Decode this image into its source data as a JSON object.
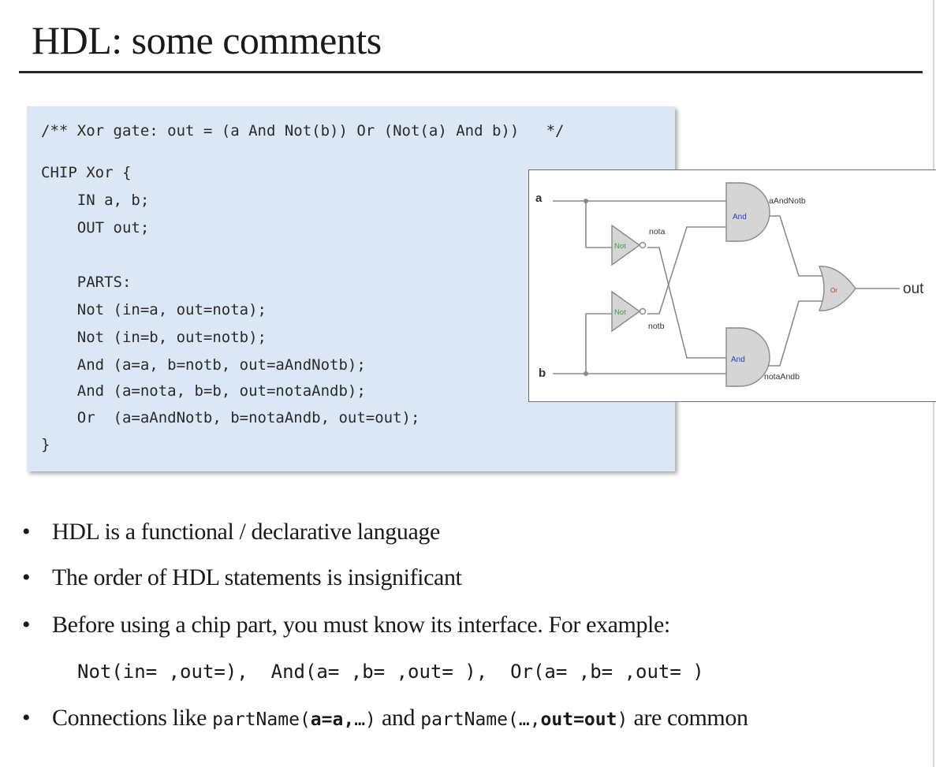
{
  "slide": {
    "title": "HDL: some comments"
  },
  "code": {
    "lines": [
      "/** Xor gate: out = (a And Not(b)) Or (Not(a) And b))   */",
      "CHIP Xor {",
      "    IN a, b;",
      "    OUT out;",
      "    PARTS:",
      "    Not (in=a, out=nota);",
      "    Not (in=b, out=notb);",
      "    And (a=a, b=notb, out=aAndNotb);",
      "    And (a=nota, b=b, out=notaAndb);",
      "    Or  (a=aAndNotb, b=notaAndb, out=out);",
      "}"
    ]
  },
  "diagram": {
    "input_a": "a",
    "input_b": "b",
    "output": "out",
    "gate_not": "Not",
    "gate_and": "And",
    "gate_or": "Or",
    "wire_nota": "nota",
    "wire_notb": "notb",
    "wire_aAndNotb": "aAndNotb",
    "wire_notaAndb": "notaAndb",
    "colors": {
      "not_label": "#3e9d3e",
      "and_label": "#2a3bd8",
      "or_label": "#cc2a2a",
      "gate_fill": "#d5d5d5",
      "wire": "#8a8a8a"
    }
  },
  "bullets": {
    "b1": "HDL is a functional / declarative language",
    "b2": "The order of HDL statements is insignificant",
    "b3": "Before using a chip part, you must know its interface. For example:",
    "example": "Not(in= ,out=),  And(a= ,b= ,out= ),  Or(a= ,b= ,out= )",
    "b4_prefix": "Connections like ",
    "b4_code1": "partName(",
    "b4_code1_bold": "a=a,",
    "b4_code1_end": "…)",
    "b4_mid": " and ",
    "b4_code2": "partName(…,",
    "b4_code2_bold": "out=out",
    "b4_code2_end": ")",
    "b4_suffix": " are common",
    "bullet_symbol": "•"
  }
}
